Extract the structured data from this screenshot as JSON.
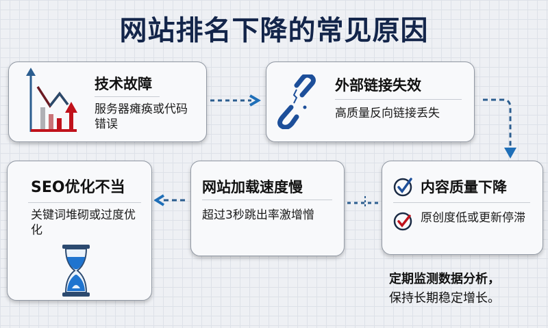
{
  "title": "网站排名下降的常见原因",
  "cards": [
    {
      "id": "tech",
      "title": "技术故障",
      "desc": "服务器瘫痪或代码错误",
      "icon": "bar-line-chart-icon"
    },
    {
      "id": "links",
      "title": "外部链接失效",
      "desc": "高质量反向链接丢失",
      "icon": "broken-link-icon"
    },
    {
      "id": "content",
      "title": "内容质量下降",
      "desc": "原创度低或更新停滞",
      "icon": "check-circle-icon",
      "desc_icon": "check-circle-red-icon"
    },
    {
      "id": "speed",
      "title": "网站加载速度慢",
      "desc": "超过3秒跳出率激增憎",
      "icon": null
    },
    {
      "id": "seo",
      "title": "SEO优化不当",
      "desc": "关键词堆砌或过度优化",
      "icon": "hourglass-icon"
    }
  ],
  "footer": {
    "line1": "定期监测数据分析，",
    "line2": "保持长期稳定增长。"
  },
  "colors": {
    "title": "#13254a",
    "accent_blue": "#1f5fa8",
    "accent_red": "#c0121b"
  }
}
